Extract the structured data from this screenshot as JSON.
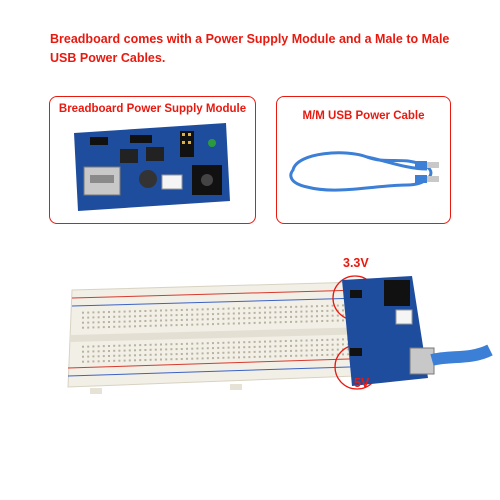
{
  "header": {
    "line1": "Breadboard comes with a Power Supply Module and a Male to Male",
    "line2": "USB Power Cables."
  },
  "panels": {
    "power_module_title": "Breadboard Power Supply Module",
    "usb_cable_title": "M/M USB Power Cable"
  },
  "callouts": {
    "top_voltage": "3.3V",
    "bottom_voltage": "5V"
  },
  "colors": {
    "accent": "#e8190f",
    "pcb_blue": "#1f4d9e",
    "cable_blue": "#3c7fd6",
    "breadboard": "#f2efe6"
  }
}
